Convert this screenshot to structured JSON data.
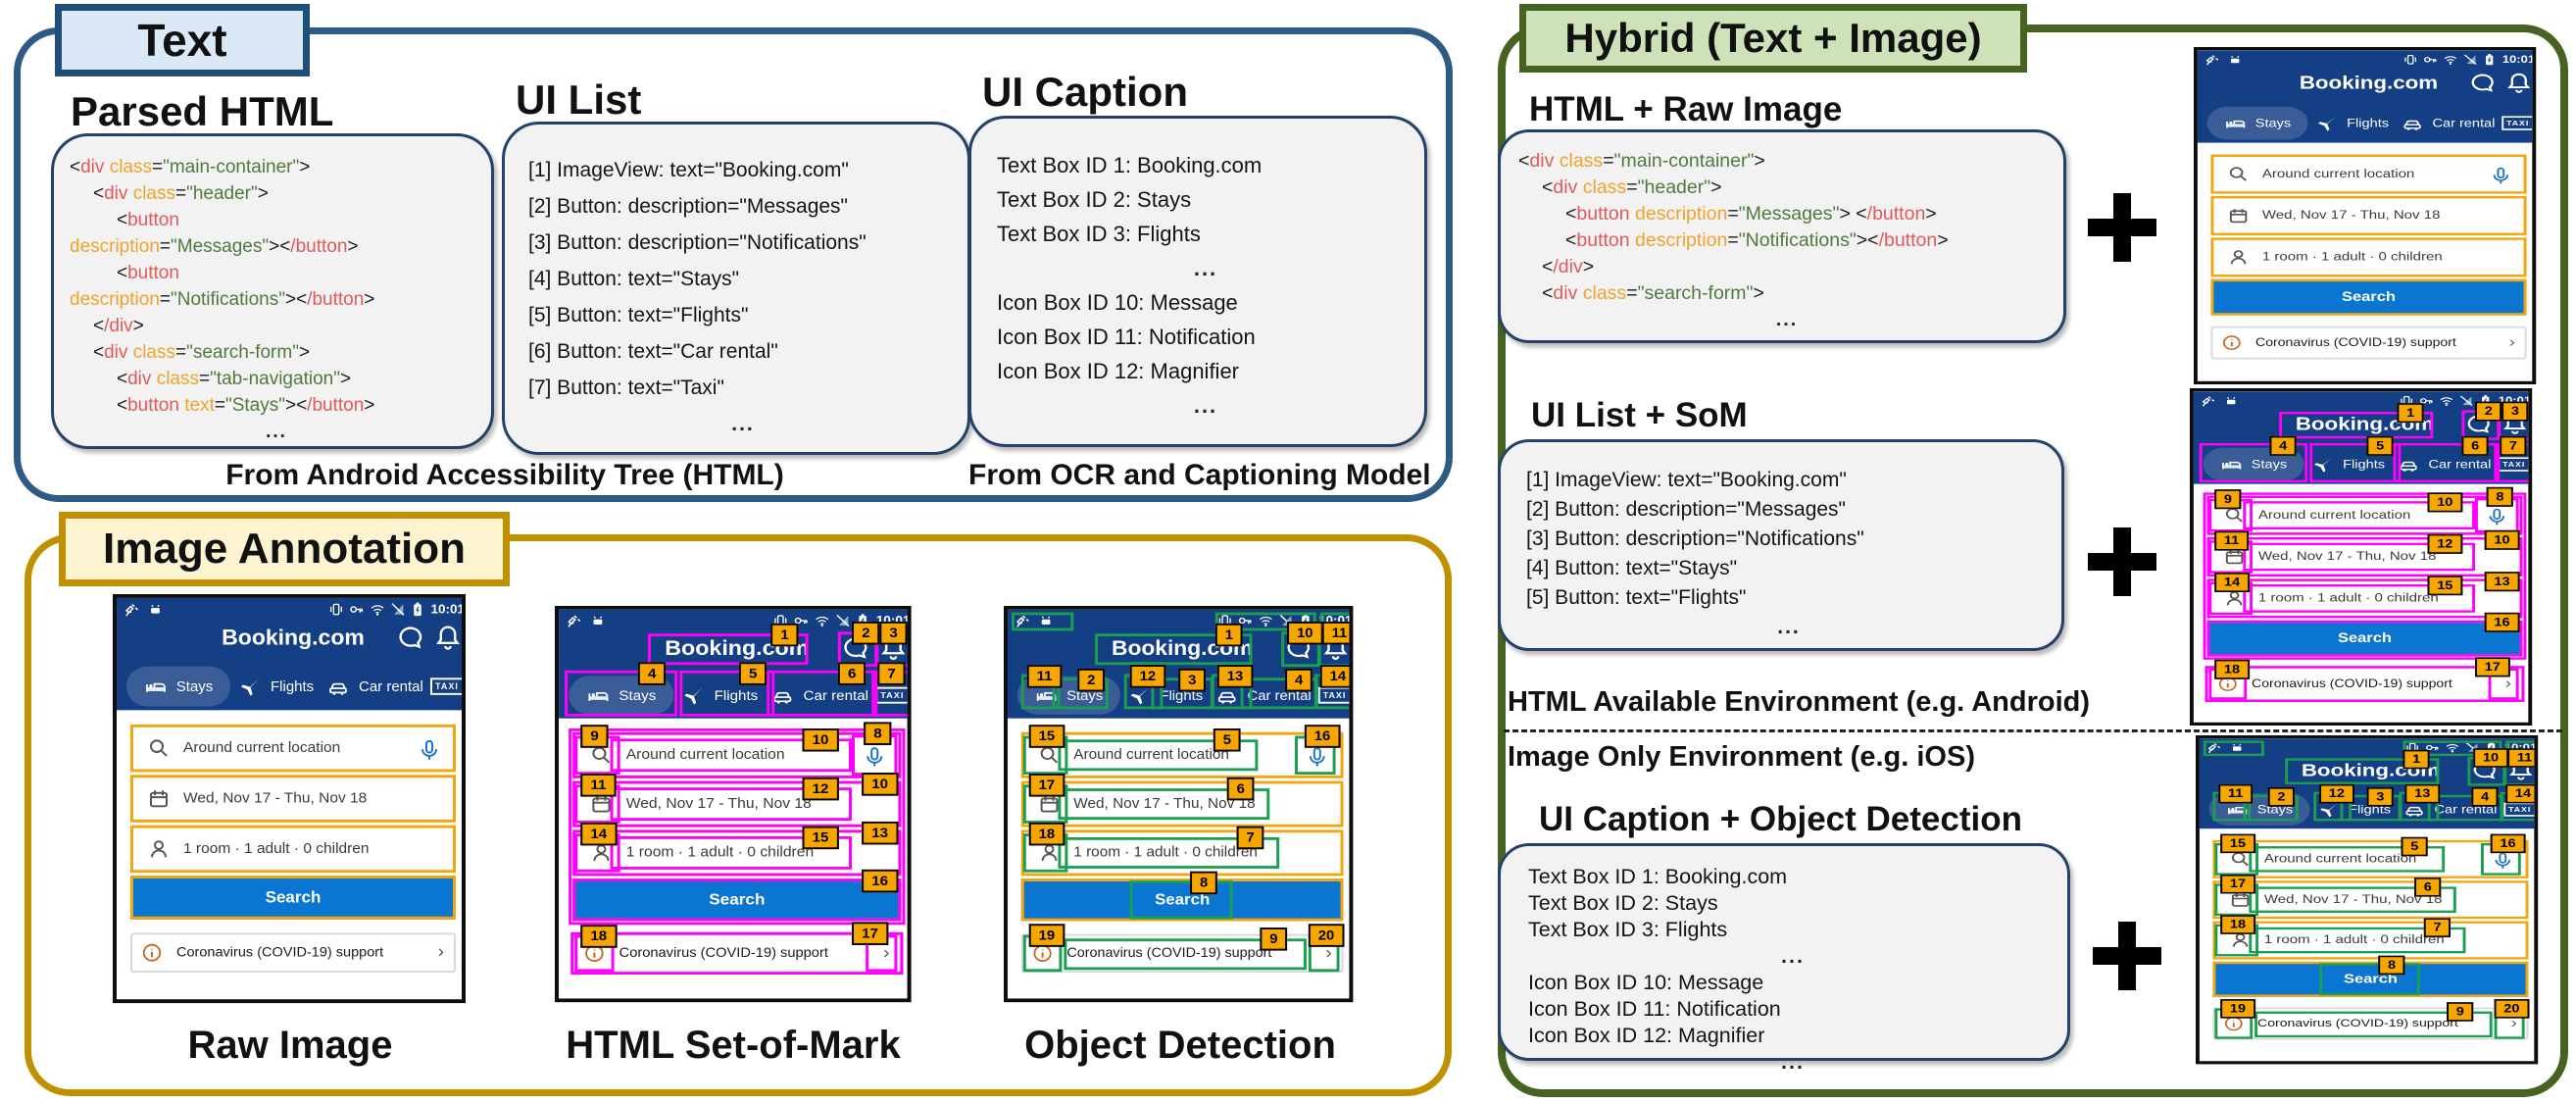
{
  "ellipsis_symbol": "...",
  "colors": {
    "section_text_border": "#2e5a86",
    "section_annotation_border": "#bf9000",
    "section_hybrid_border": "#466321",
    "badge_text_bg": "#dbe9f6",
    "badge_annotation_bg": "#fcf3d0",
    "badge_hybrid_bg": "#cde2b8",
    "block_bg": "#f2f2f2",
    "block_border": "#24416b",
    "code_tag": "#e05a5a",
    "code_attr": "#eea32c",
    "code_value": "#507a3d",
    "booking_navy": "#153f85",
    "booking_yellow": "#f2a60e",
    "booking_button_blue": "#0b76d1",
    "som_box": "#ff00ff",
    "det_box": "#1a9e50",
    "tag_bg": "#f7a600"
  },
  "sections": {
    "text": {
      "badge": "Text",
      "parsed_html_title": "Parsed HTML",
      "ui_list_title": "UI List",
      "ui_caption_title": "UI Caption",
      "caption_left": "From Android Accessibility Tree (HTML)",
      "caption_right": "From OCR and Captioning Model",
      "parsed_html_lines": [
        {
          "ind": 0,
          "tok": [
            [
              "p",
              "<"
            ],
            [
              "t",
              "div "
            ],
            [
              "a",
              "class"
            ],
            [
              "p",
              "="
            ],
            [
              "v",
              "\"main-container\""
            ],
            [
              "p",
              ">"
            ]
          ]
        },
        {
          "ind": 1,
          "tok": [
            [
              "p",
              "<"
            ],
            [
              "t",
              "div "
            ],
            [
              "a",
              "class"
            ],
            [
              "p",
              "="
            ],
            [
              "v",
              "\"header\""
            ],
            [
              "p",
              ">"
            ]
          ]
        },
        {
          "ind": 2,
          "tok": [
            [
              "p",
              "<"
            ],
            [
              "t",
              "button"
            ]
          ]
        },
        {
          "ind": 0,
          "tok": [
            [
              "a",
              "description"
            ],
            [
              "p",
              "="
            ],
            [
              "v",
              "\"Messages\""
            ],
            [
              "p",
              "><"
            ],
            [
              "t",
              "/button"
            ],
            [
              "p",
              ">"
            ]
          ]
        },
        {
          "ind": 2,
          "tok": [
            [
              "p",
              "<"
            ],
            [
              "t",
              "button"
            ]
          ]
        },
        {
          "ind": 0,
          "tok": [
            [
              "a",
              "description"
            ],
            [
              "p",
              "="
            ],
            [
              "v",
              "\"Notifications\""
            ],
            [
              "p",
              "><"
            ],
            [
              "t",
              "/button"
            ],
            [
              "p",
              ">"
            ]
          ]
        },
        {
          "ind": 1,
          "tok": [
            [
              "p",
              "<"
            ],
            [
              "t",
              "/div"
            ],
            [
              "p",
              ">"
            ]
          ]
        },
        {
          "ind": 1,
          "tok": [
            [
              "p",
              "<"
            ],
            [
              "t",
              "div "
            ],
            [
              "a",
              "class"
            ],
            [
              "p",
              "="
            ],
            [
              "v",
              "\"search-form\""
            ],
            [
              "p",
              ">"
            ]
          ]
        },
        {
          "ind": 2,
          "tok": [
            [
              "p",
              "<"
            ],
            [
              "t",
              "div "
            ],
            [
              "a",
              "class"
            ],
            [
              "p",
              "="
            ],
            [
              "v",
              "\"tab-navigation\""
            ],
            [
              "p",
              ">"
            ]
          ]
        },
        {
          "ind": 2,
          "tok": [
            [
              "p",
              "<"
            ],
            [
              "t",
              "button "
            ],
            [
              "a",
              "text"
            ],
            [
              "p",
              "="
            ],
            [
              "v",
              "\"Stays\""
            ],
            [
              "p",
              "><"
            ],
            [
              "t",
              "/button"
            ],
            [
              "p",
              ">"
            ]
          ]
        },
        {
          "ellipsis": true
        }
      ],
      "ui_list_items": [
        "[1] ImageView: text=\"Booking.com\"",
        "[2] Button: description=\"Messages\"",
        "[3] Button: description=\"Notifications\"",
        "[4] Button: text=\"Stays\"",
        "[5] Button: text=\"Flights\"",
        "[6] Button: text=\"Car rental\"",
        "[7] Button: text=\"Taxi\""
      ],
      "ui_caption_lines": [
        {
          "text": "Text Box ID 1: Booking.com"
        },
        {
          "text": "Text Box ID 2: Stays"
        },
        {
          "text": "Text Box ID 3: Flights"
        },
        {
          "ellipsis": true
        },
        {
          "text": "Icon Box ID 10: Message"
        },
        {
          "text": "Icon Box ID 11: Notification"
        },
        {
          "text": "Icon Box ID 12: Magnifier"
        },
        {
          "ellipsis": true
        }
      ]
    },
    "annotation": {
      "badge": "Image Annotation",
      "caption_raw": "Raw Image",
      "caption_som": "HTML Set-of-Mark",
      "caption_det": "Object Detection"
    },
    "hybrid": {
      "badge": "Hybrid (Text + Image)",
      "html_raw_title": "HTML + Raw Image",
      "ui_list_som_title": "UI List + SoM",
      "caption_det_title": "UI Caption + Object Detection",
      "env_html": "HTML Available Environment (e.g. Android)",
      "env_image": "Image Only Environment (e.g. iOS)",
      "plus": "+",
      "code_lines": [
        {
          "ind": 0,
          "tok": [
            [
              "p",
              "<"
            ],
            [
              "t",
              "div "
            ],
            [
              "a",
              "class"
            ],
            [
              "p",
              "="
            ],
            [
              "v",
              "\"main-container\""
            ],
            [
              "p",
              ">"
            ]
          ]
        },
        {
          "ind": 1,
          "tok": [
            [
              "p",
              "<"
            ],
            [
              "t",
              "div "
            ],
            [
              "a",
              "class"
            ],
            [
              "p",
              "="
            ],
            [
              "v",
              "\"header\""
            ],
            [
              "p",
              ">"
            ]
          ]
        },
        {
          "ind": 2,
          "tok": [
            [
              "p",
              "<"
            ],
            [
              "t",
              "button "
            ],
            [
              "a",
              "description"
            ],
            [
              "p",
              "="
            ],
            [
              "v",
              "\"Messages\""
            ],
            [
              "p",
              "> <"
            ],
            [
              "t",
              "/button"
            ],
            [
              "p",
              ">"
            ]
          ]
        },
        {
          "ind": 2,
          "tok": [
            [
              "p",
              "<"
            ],
            [
              "t",
              "button "
            ],
            [
              "a",
              "description"
            ],
            [
              "p",
              "="
            ],
            [
              "v",
              "\"Notifications\""
            ],
            [
              "p",
              "><"
            ],
            [
              "t",
              "/button"
            ],
            [
              "p",
              ">"
            ]
          ]
        },
        {
          "ind": 1,
          "tok": [
            [
              "p",
              "<"
            ],
            [
              "t",
              "/div"
            ],
            [
              "p",
              ">"
            ]
          ]
        },
        {
          "ind": 1,
          "tok": [
            [
              "p",
              "<"
            ],
            [
              "t",
              "div "
            ],
            [
              "a",
              "class"
            ],
            [
              "p",
              "="
            ],
            [
              "v",
              "\"search-form\""
            ],
            [
              "p",
              ">"
            ]
          ]
        },
        {
          "ellipsis": true
        }
      ],
      "ui_list_items": [
        "[1] ImageView: text=\"Booking.com\"",
        "[2] Button: description=\"Messages\"",
        "[3] Button: description=\"Notifications\"",
        "[4] Button: text=\"Stays\"",
        "[5] Button: text=\"Flights\""
      ],
      "caption_lines": [
        {
          "text": "Text Box ID 1: Booking.com"
        },
        {
          "text": "Text Box ID 2: Stays"
        },
        {
          "text": "Text Box ID 3: Flights"
        },
        {
          "ellipsis": true
        },
        {
          "text": "Icon Box ID 10: Message"
        },
        {
          "text": "Icon Box ID 11: Notification"
        },
        {
          "text": "Icon Box ID 12: Magnifier"
        },
        {
          "ellipsis": true
        }
      ]
    }
  },
  "phone": {
    "status_time": "10:01",
    "app_title": "Booking.com",
    "tab_stays": "Stays",
    "tab_flights": "Flights",
    "tab_car": "Car rental",
    "tab_taxi": "Taxi",
    "taxi_sign": "TAXI",
    "field_location": "Around current location",
    "field_dates": "Wed, Nov 17 - Thu, Nov 18",
    "field_occupancy": "1 room · 1 adult · 0 children",
    "search_label": "Search",
    "footer_text": "Coronavirus (COVID-19) support",
    "footer_chevron": "›"
  },
  "som_tags": {
    "title": "1",
    "chat": "2",
    "bell": "3",
    "tab0": "4",
    "tab1": "5",
    "tab2": "6",
    "tab3": "7",
    "f0_icon": "9",
    "f0_text": "10",
    "f0_right": "8",
    "f1_icon": "11",
    "f1_text": "12",
    "f1_right": "10",
    "f2_icon": "14",
    "f2_text": "15",
    "f2_right": "13",
    "search": "16",
    "foot_icon": "18",
    "foot_chev": "17"
  },
  "det_tags": {
    "title": "1",
    "chat": "10",
    "bell": "11",
    "tab0_icon": "11",
    "tab0_label": "2",
    "tab1_icon": "12",
    "tab1_label": "3",
    "tab2_icon": "13",
    "tab2_label": "4",
    "tab3_icon": "14",
    "f0_icon": "15",
    "f0_text": "5",
    "f0_right": "16",
    "f1_icon": "17",
    "f1_text": "6",
    "f2_icon": "18",
    "f2_text": "7",
    "search": "8",
    "foot_icon": "19",
    "foot_text": "9",
    "foot_chev": "20"
  }
}
